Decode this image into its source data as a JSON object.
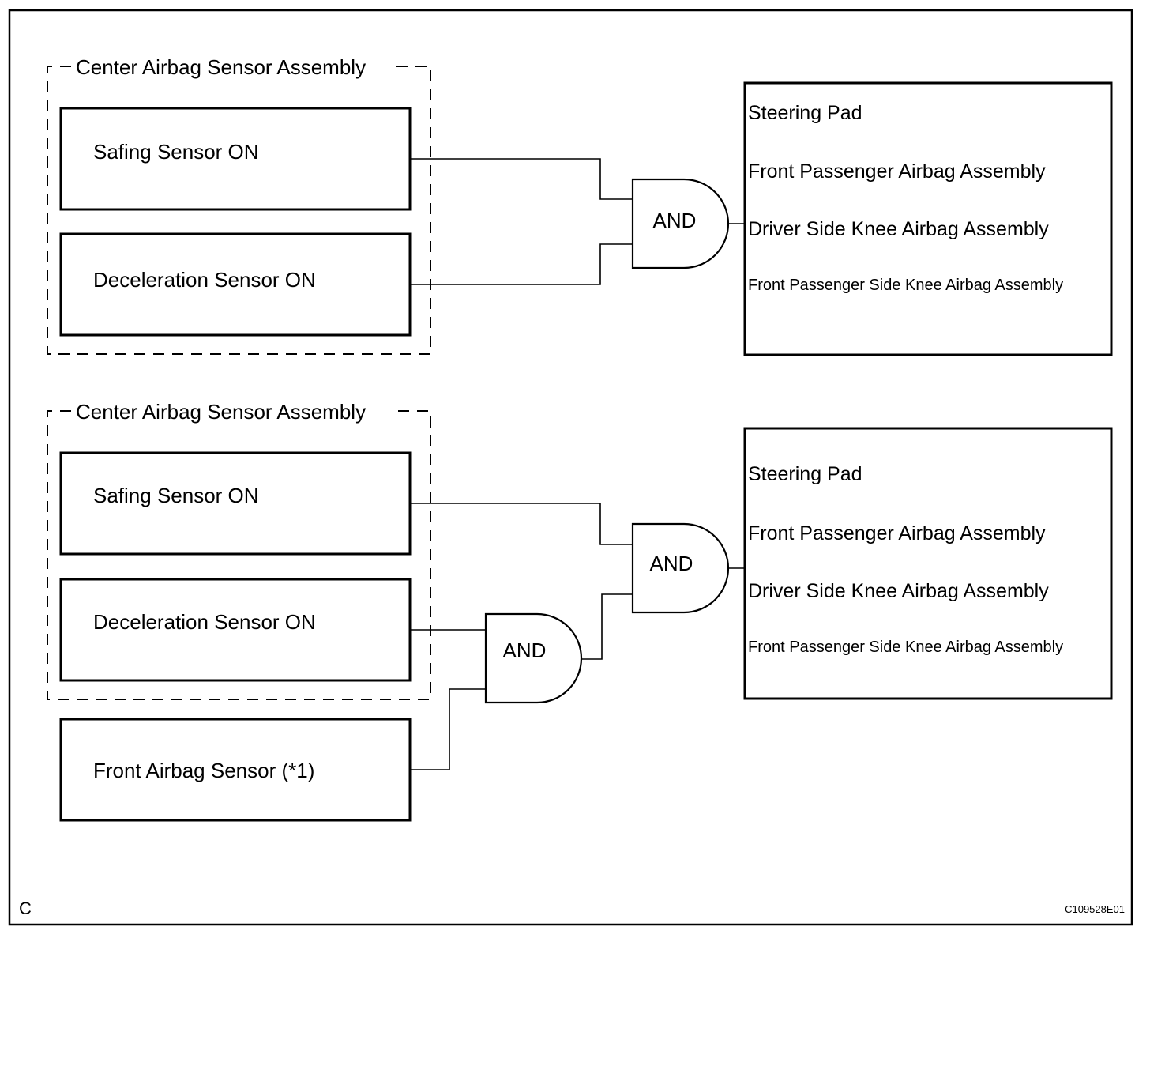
{
  "diagram": {
    "corner_label": "C",
    "figure_code": "C109528E01",
    "top_group": {
      "assembly_title": "Center Airbag Sensor Assembly",
      "safing_sensor": "Safing Sensor ON",
      "deceleration_sensor": "Deceleration Sensor ON",
      "gate_label": "AND",
      "outputs": [
        "Steering Pad",
        "Front Passenger Airbag Assembly",
        "Driver Side Knee Airbag Assembly",
        "Front Passenger Side Knee Airbag Assembly"
      ]
    },
    "bottom_group": {
      "assembly_title": "Center Airbag Sensor Assembly",
      "safing_sensor": "Safing Sensor ON",
      "deceleration_sensor": "Deceleration Sensor ON",
      "front_sensor": "Front Airbag Sensor (*1)",
      "main_gate_label": "AND",
      "sub_gate_label": "AND",
      "outputs": [
        "Steering Pad",
        "Front Passenger Airbag Assembly",
        "Driver Side Knee Airbag Assembly",
        "Front Passenger Side Knee Airbag Assembly"
      ]
    }
  }
}
